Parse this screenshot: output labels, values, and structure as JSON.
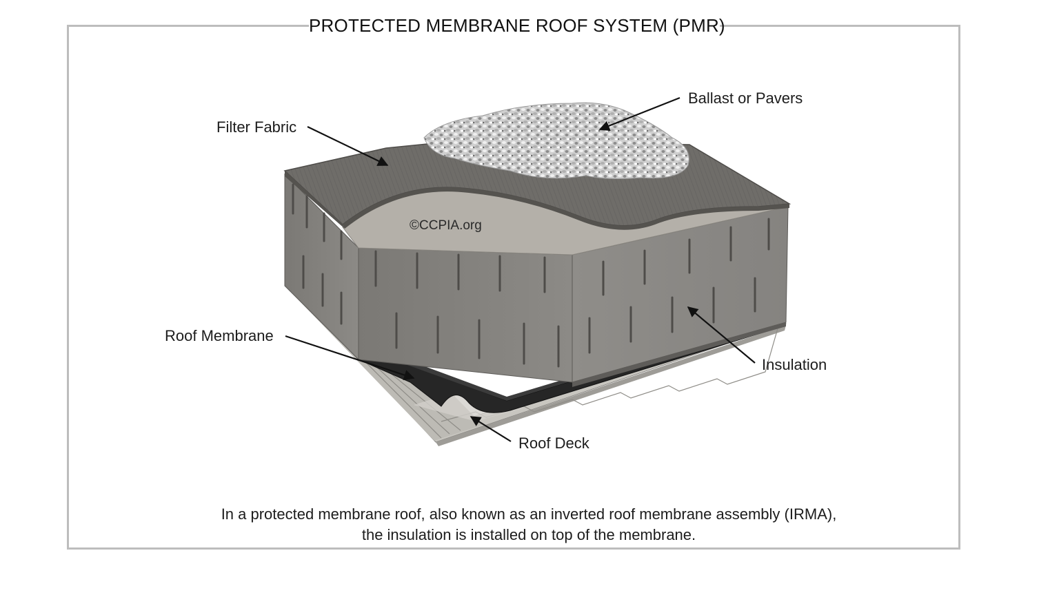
{
  "title": "PROTECTED MEMBRANE ROOF SYSTEM (PMR)",
  "labels": {
    "ballast": "Ballast or Pavers",
    "filter_fabric": "Filter Fabric",
    "roof_membrane": "Roof Membrane",
    "insulation": "Insulation",
    "roof_deck": "Roof Deck"
  },
  "copyright": "©CCPIA.org",
  "caption": {
    "line1": "In a protected membrane roof,  also known as an inverted roof membrane assembly (IRMA),",
    "line2": "the insulation is installed on top of the membrane."
  },
  "colors": {
    "frame": "#bdbdbd",
    "insulation_face": "#8d8a85",
    "filter_fabric": "#6f6d69",
    "membrane": "#2a2a2a",
    "deck": "#b9b7b1",
    "gravel": "#d8d8d8"
  }
}
